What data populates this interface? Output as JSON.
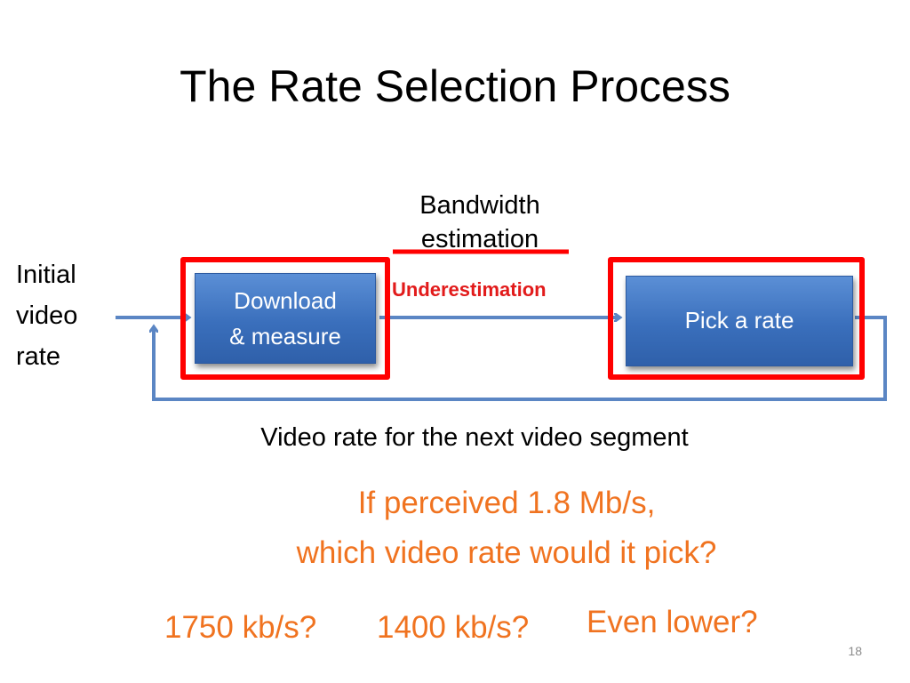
{
  "slide": {
    "title": "The Rate Selection Process",
    "page_number": "18"
  },
  "diagram": {
    "initial_label": [
      "Initial",
      "video",
      "rate"
    ],
    "bandwidth_label": [
      "Bandwidth",
      "estimation"
    ],
    "underestimation_label": "Underestimation",
    "download_box": [
      "Download",
      "& measure"
    ],
    "pick_box": "Pick a rate",
    "feedback_caption": "Video rate for the next video segment"
  },
  "question": {
    "line1": "If perceived 1.8 Mb/s,",
    "line2": "which video rate would it pick?",
    "options": [
      "1750 kb/s?",
      "1400 kb/s?",
      "Even lower?"
    ]
  },
  "colors": {
    "box_fill": "#3a6fbc",
    "arrow": "#5b86c4",
    "highlight": "#ff0000",
    "underestimation_text": "#e21b1b",
    "question_text": "#f07320"
  }
}
